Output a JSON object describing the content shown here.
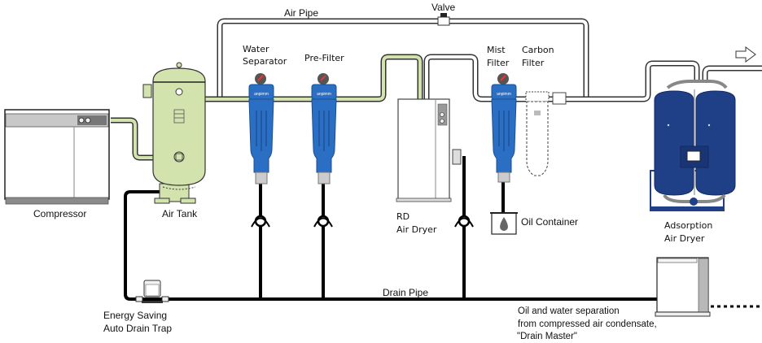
{
  "diagram": {
    "title": "Compressed air system layout",
    "labels": {
      "air_pipe": "Air Pipe",
      "valve": "Valve",
      "water_separator_line1": "Water",
      "water_separator_line2": "Separator",
      "pre_filter": "Pre-Filter",
      "mist_filter_line1": "Mist",
      "mist_filter_line2": "Filter",
      "carbon_filter_line1": "Carbon",
      "carbon_filter_line2": "Filter",
      "compressor": "Compressor",
      "air_tank": "Air Tank",
      "rd_air_dryer_line1": "RD",
      "rd_air_dryer_line2": "Air Dryer",
      "oil_container": "Oil Container",
      "adsorption_air_dryer_line1": "Adsorption",
      "adsorption_air_dryer_line2": "Air Dryer",
      "drain_pipe": "Drain Pipe",
      "drain_trap_line1": "Energy Saving",
      "drain_trap_line2": "Auto Drain Trap",
      "drain_master_line1": "Oil and water separation",
      "drain_master_line2": "from compressed air condensate,",
      "drain_master_line3": "\"Drain Master\""
    },
    "filter_brand": "anpimm",
    "colors": {
      "tank_green": "#d3e3ad",
      "filter_blue": "#2a6fc4",
      "dryer_navy": "#1f3f86",
      "pipe_white": "#ffffff",
      "drain_black": "#000000",
      "outline": "#333333"
    },
    "icons": [
      "outlet-arrow-icon",
      "check-valve-icon",
      "oil-drop-icon",
      "pressure-gauge-icon"
    ]
  }
}
